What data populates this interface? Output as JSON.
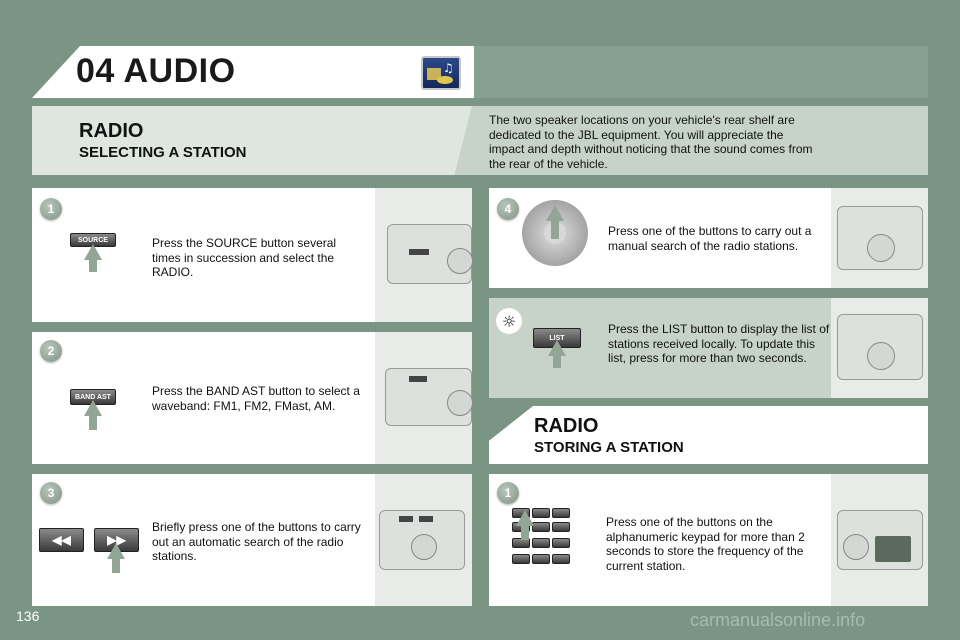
{
  "header": {
    "title": "04 AUDIO",
    "icon": "music-note-icon"
  },
  "intro": {
    "title": "RADIO",
    "subtitle": "SELECTING A STATION",
    "text": "The two speaker locations on your vehicle's rear shelf are dedicated to the JBL equipment. You will appreciate the impact and depth without noticing that the sound comes from the rear of the vehicle."
  },
  "steps": [
    {
      "num": "1",
      "button": "SOURCE",
      "text": "Press the SOURCE button several times in succession and select the RADIO."
    },
    {
      "num": "2",
      "button": "BAND AST",
      "text": "Press the BAND AST button to select a waveband: FM1, FM2, FMast, AM."
    },
    {
      "num": "3",
      "button_left": "◀◀",
      "button_right": "▶▶",
      "text": "Briefly press one of the buttons to carry out an automatic search of the radio stations."
    },
    {
      "num": "4",
      "text": "Press one of the buttons to carry out a manual search of the radio stations."
    }
  ],
  "tip": {
    "button": "LIST",
    "text": "Press the LIST button to display the list of stations received locally. To update this list, press for more than two seconds."
  },
  "storing": {
    "title": "RADIO",
    "subtitle": "STORING A STATION",
    "num": "1",
    "text": "Press one of the buttons on the alphanumeric keypad for more than 2 seconds to store the frequency of the current station."
  },
  "page_number": "136",
  "watermark": "carmanualsonline.info"
}
